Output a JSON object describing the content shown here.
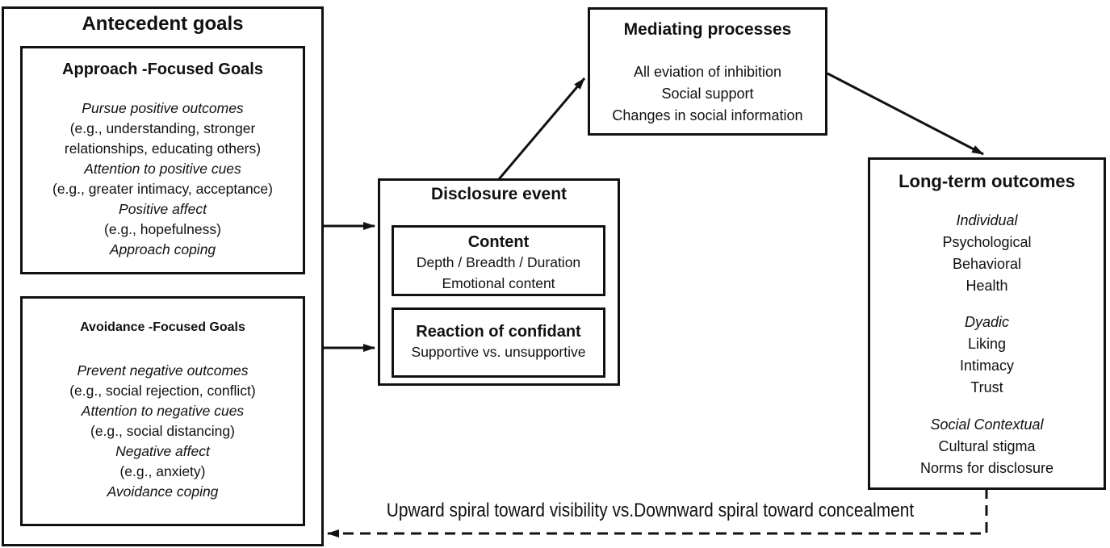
{
  "antecedent": {
    "title": "Antecedent goals",
    "approach": {
      "heading": "Approach -Focused Goals",
      "lines": [
        "Pursue positive outcomes",
        "(e.g., understanding, stronger",
        "relationships, educating others)",
        "Attention to positive cues",
        "(e.g., greater intimacy, acceptance)",
        "Positive affect",
        "(e.g., hopefulness)",
        "Approach coping"
      ]
    },
    "avoidance": {
      "heading": "Avoidance -Focused Goals",
      "lines": [
        "Prevent negative outcomes",
        "(e.g., social rejection, conflict)",
        "Attention to negative cues",
        "(e.g., social distancing)",
        "Negative affect",
        "(e.g., anxiety)",
        "Avoidance coping"
      ]
    }
  },
  "disclosure": {
    "title": "Disclosure event",
    "content": {
      "heading": "Content",
      "lines": [
        "Depth / Breadth / Duration",
        "Emotional content"
      ]
    },
    "reaction": {
      "heading": "Reaction of confidant",
      "lines": [
        "Supportive vs. unsupportive"
      ]
    }
  },
  "mediating": {
    "title": "Mediating processes",
    "lines": [
      "All eviation of inhibition",
      "Social support",
      "Changes in social information"
    ]
  },
  "outcomes": {
    "title": "Long-term outcomes",
    "groups": [
      {
        "heading": "Individual",
        "lines": [
          "Psychological",
          "Behavioral",
          "Health"
        ]
      },
      {
        "heading": "Dyadic",
        "lines": [
          "Liking",
          "Intimacy",
          "Trust"
        ]
      },
      {
        "heading": "Social Contextual",
        "lines": [
          "Cultural stigma",
          "Norms for disclosure"
        ]
      }
    ]
  },
  "spiral_caption": "Upward spiral toward visibility vs.Downward spiral toward concealment",
  "colors": {
    "ink": "#111111",
    "background": "#ffffff"
  }
}
